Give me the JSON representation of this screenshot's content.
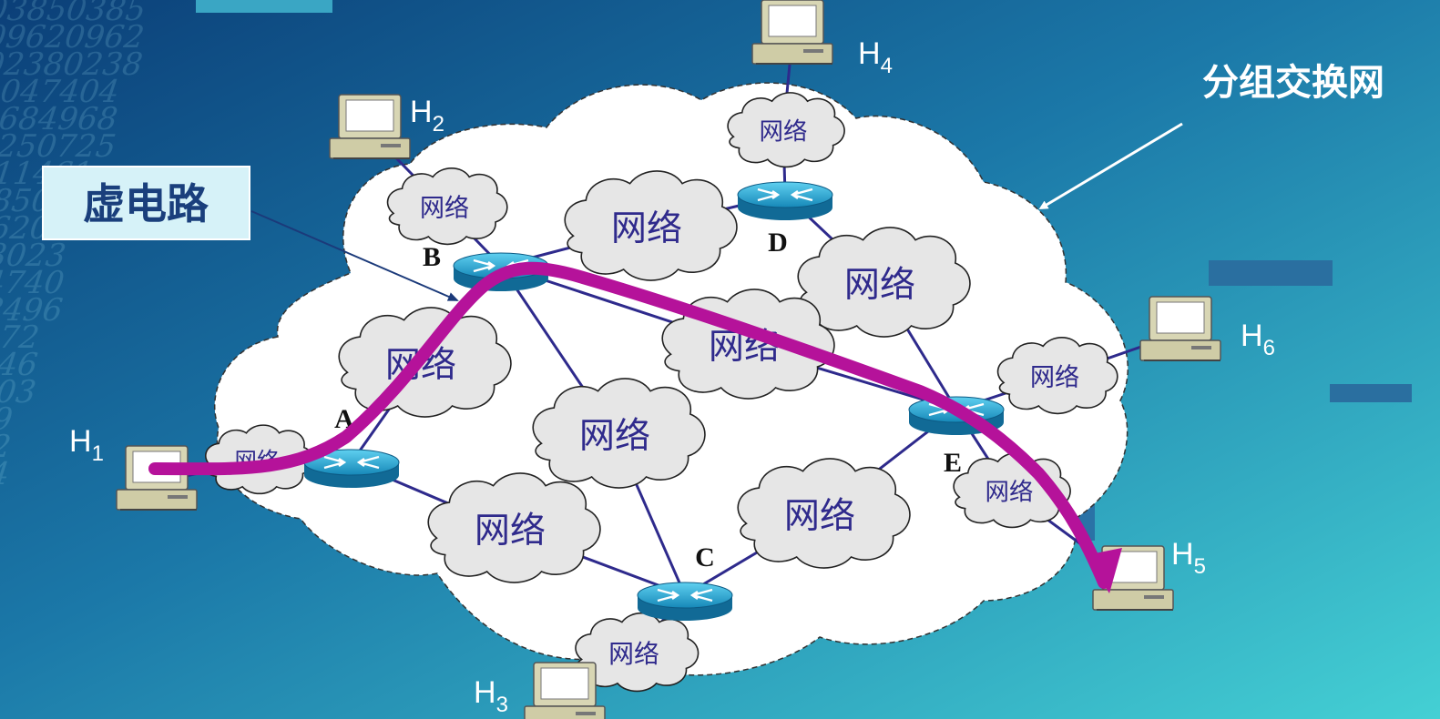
{
  "callout_label": "虚电路",
  "network_title": "分组交换网",
  "colors": {
    "bg_dark": "#0e4f86",
    "bg_light": "#3fc4d0",
    "link": "#2e2a8c",
    "virtual_circuit": "#b5129a",
    "router": "#1d9bc9",
    "cloud_fill": "#e6e6e6",
    "net_text": "#2f2a8c"
  },
  "small_networks": [
    {
      "id": "n-h2",
      "label": "网络"
    },
    {
      "id": "n-h4",
      "label": "网络"
    },
    {
      "id": "n-bd",
      "label": "网络"
    },
    {
      "id": "n-de",
      "label": "网络"
    },
    {
      "id": "n-ab",
      "label": "网络"
    },
    {
      "id": "n-be",
      "label": "网络"
    },
    {
      "id": "n-bc",
      "label": "网络"
    },
    {
      "id": "n-h6",
      "label": "网络"
    },
    {
      "id": "n-h1",
      "label": "网络"
    },
    {
      "id": "n-ce",
      "label": "网络"
    },
    {
      "id": "n-ac",
      "label": "网络"
    },
    {
      "id": "n-h5",
      "label": "网络"
    },
    {
      "id": "n-h3",
      "label": "网络"
    }
  ],
  "routers": [
    {
      "id": "A",
      "label": "A"
    },
    {
      "id": "B",
      "label": "B"
    },
    {
      "id": "C",
      "label": "C"
    },
    {
      "id": "D",
      "label": "D"
    },
    {
      "id": "E",
      "label": "E"
    }
  ],
  "hosts": [
    {
      "id": "H1",
      "base": "H",
      "sub": "1"
    },
    {
      "id": "H2",
      "base": "H",
      "sub": "2"
    },
    {
      "id": "H3",
      "base": "H",
      "sub": "3"
    },
    {
      "id": "H4",
      "base": "H",
      "sub": "4"
    },
    {
      "id": "H5",
      "base": "H",
      "sub": "5"
    },
    {
      "id": "H6",
      "base": "H",
      "sub": "6"
    }
  ]
}
